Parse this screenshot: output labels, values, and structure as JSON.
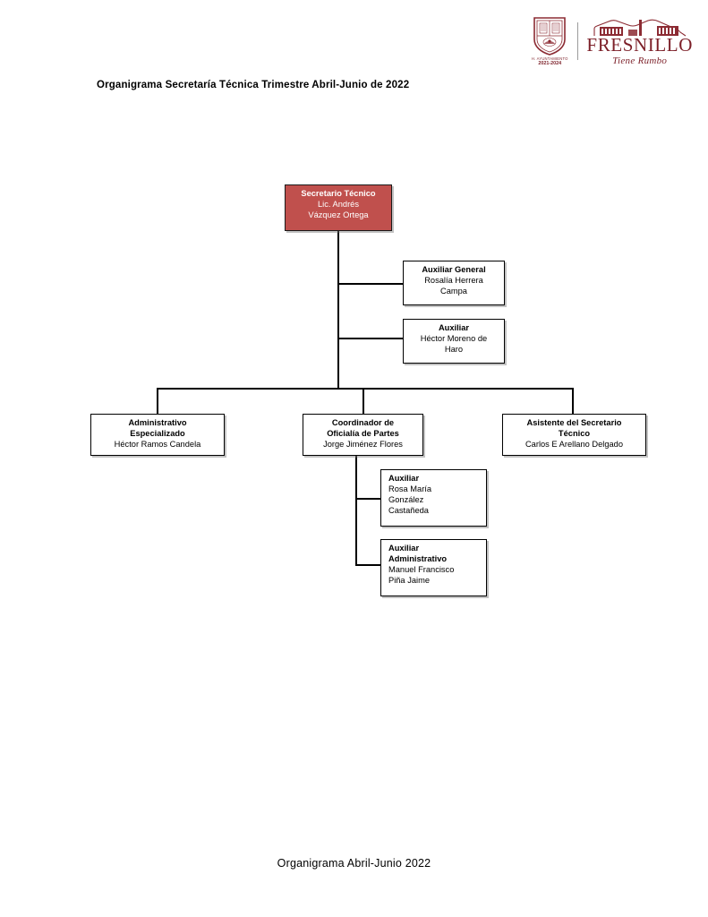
{
  "document": {
    "title": "Organigrama Secretaría Técnica Trimestre Abril-Junio de 2022",
    "footer": "Organigrama Abril-Junio 2022"
  },
  "logo": {
    "shield_caption": "H. AYUNTAMIENTO",
    "shield_years": "2021-2024",
    "brand_name": "FRESNILLO",
    "brand_tagline": "Tiene Rumbo",
    "brand_color": "#7c1f28"
  },
  "colors": {
    "root_box_fill": "#c0504d",
    "root_box_text": "#ffffff",
    "box_border": "#000000",
    "box_fill": "#ffffff",
    "line": "#000000"
  },
  "chart_data": {
    "type": "diagram",
    "title": "Organigrama Secretaría Técnica Trimestre Abril-Junio de 2022",
    "nodes": [
      {
        "id": "root",
        "role": "Secretario Técnico",
        "person": "Lic. Andrés Vázquez Ortega",
        "person_lines": [
          "Lic. Andrés",
          "Vázquez Ortega"
        ],
        "level": 0,
        "highlight": true,
        "parent": null
      },
      {
        "id": "aux-general",
        "role": "Auxiliar General",
        "person": "Rosalía Herrera Campa",
        "person_lines": [
          "Rosalía Herrera",
          "Campa"
        ],
        "level": 1,
        "highlight": false,
        "parent": "root"
      },
      {
        "id": "auxiliar-haro",
        "role": "Auxiliar",
        "person": "Héctor Moreno de Haro",
        "person_lines": [
          "Héctor Moreno de",
          "Haro"
        ],
        "level": 1,
        "highlight": false,
        "parent": "root"
      },
      {
        "id": "admin-especializado",
        "role": "Administrativo Especializado",
        "role_lines": [
          "Administrativo",
          "Especializado"
        ],
        "person": "Héctor Ramos Candela",
        "person_lines": [
          "Héctor Ramos Candela"
        ],
        "level": 2,
        "highlight": false,
        "parent": "root"
      },
      {
        "id": "coordinador-oficialia",
        "role": "Coordinador de Oficialía de Partes",
        "role_lines": [
          "Coordinador de",
          "Oficialía de Partes"
        ],
        "person": "Jorge Jiménez Flores",
        "person_lines": [
          "Jorge Jiménez Flores"
        ],
        "level": 2,
        "highlight": false,
        "parent": "root"
      },
      {
        "id": "asistente-secretario",
        "role": "Asistente del Secretario Técnico",
        "role_lines": [
          "Asistente del Secretario",
          "Técnico"
        ],
        "person": "Carlos E Arellano Delgado",
        "person_lines": [
          "Carlos E Arellano Delgado"
        ],
        "level": 2,
        "highlight": false,
        "parent": "root"
      },
      {
        "id": "auxiliar-rosa",
        "role": "Auxiliar",
        "person": "Rosa María González Castañeda",
        "person_lines": [
          "Rosa María",
          "González",
          "Castañeda"
        ],
        "level": 3,
        "highlight": false,
        "parent": "coordinador-oficialia"
      },
      {
        "id": "auxiliar-administrativo",
        "role": "Auxiliar Administrativo",
        "role_lines": [
          "Auxiliar",
          "Administrativo"
        ],
        "person": "Manuel Francisco Piña Jaime",
        "person_lines": [
          "Manuel Francisco",
          "Piña Jaime"
        ],
        "level": 3,
        "highlight": false,
        "parent": "coordinador-oficialia"
      }
    ]
  },
  "nodes": {
    "root": {
      "role": "Secretario Técnico",
      "person_line1": "Lic. Andrés",
      "person_line2": "Vázquez Ortega"
    },
    "aux_general": {
      "role": "Auxiliar General",
      "person_line1": "Rosalía Herrera",
      "person_line2": "Campa"
    },
    "auxiliar_haro": {
      "role": "Auxiliar",
      "person_line1": "Héctor Moreno de",
      "person_line2": "Haro"
    },
    "admin_especializado": {
      "role_line1": "Administrativo",
      "role_line2": "Especializado",
      "person_line1": "Héctor Ramos Candela"
    },
    "coordinador": {
      "role_line1": "Coordinador de",
      "role_line2": "Oficialía de Partes",
      "person_line1": "Jorge Jiménez Flores"
    },
    "asistente": {
      "role_line1": "Asistente del Secretario",
      "role_line2": "Técnico",
      "person_line1": "Carlos E Arellano Delgado"
    },
    "auxiliar_rosa": {
      "role": "Auxiliar",
      "person_line1": "Rosa María",
      "person_line2": "González",
      "person_line3": "Castañeda"
    },
    "auxiliar_admin": {
      "role_line1": "Auxiliar",
      "role_line2": "Administrativo",
      "person_line1": "Manuel Francisco",
      "person_line2": "Piña Jaime"
    }
  }
}
